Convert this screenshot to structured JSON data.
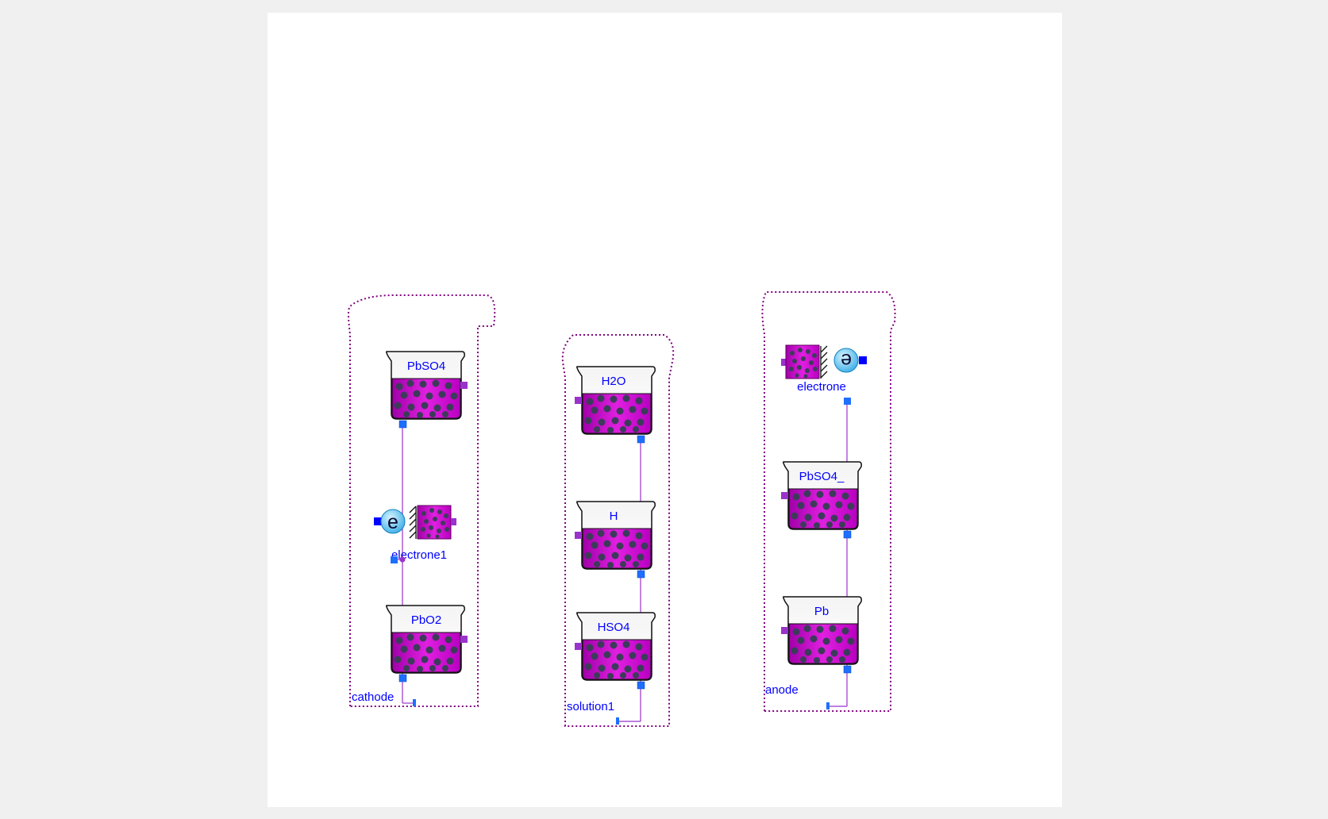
{
  "diagram": {
    "groups": [
      {
        "id": "cathode",
        "label": "cathode",
        "substances": [
          {
            "label": "PbSO4"
          },
          {
            "label": "PbO2"
          }
        ],
        "electron": {
          "label": "electrone1",
          "symbol": "e",
          "orientation": "left"
        }
      },
      {
        "id": "solution",
        "label": "solution1",
        "substances": [
          {
            "label": "H2O"
          },
          {
            "label": "H"
          },
          {
            "label": "HSO4"
          }
        ]
      },
      {
        "id": "anode",
        "label": "anode",
        "substances": [
          {
            "label": "PbSO4_"
          },
          {
            "label": "Pb"
          }
        ],
        "electron": {
          "label": "electrone",
          "symbol": "e",
          "orientation": "right"
        }
      }
    ],
    "colors": {
      "text": "#0000ff",
      "wire": "#9933cc",
      "border": "#800080",
      "liquid": "#cc00cc",
      "port": "#1e6fff",
      "side_port": "#9933cc",
      "particle": "#3c3c5a",
      "electron": "#5ac8f0"
    }
  }
}
